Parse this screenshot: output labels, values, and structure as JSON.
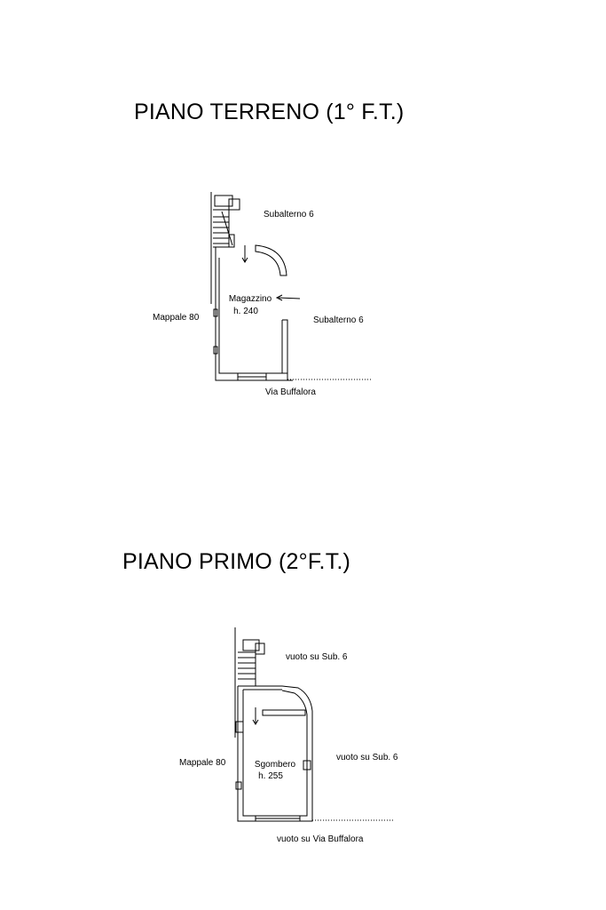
{
  "ground_floor": {
    "title": "PIANO TERRENO (1° F.T.)",
    "labels": {
      "sub_top": "Subalterno 6",
      "sub_right": "Subalterno 6",
      "mappale": "Mappale 80",
      "room_name": "Magazzino",
      "room_height": "h. 240",
      "street": "Via Buffalora"
    }
  },
  "first_floor": {
    "title": "PIANO PRIMO (2°F.T.)",
    "labels": {
      "void_top": "vuoto su Sub. 6",
      "void_right": "vuoto su Sub. 6",
      "mappale": "Mappale 80",
      "room_name": "Sgombero",
      "room_height": "h. 255",
      "street": "vuoto su Via Buffalora"
    }
  }
}
